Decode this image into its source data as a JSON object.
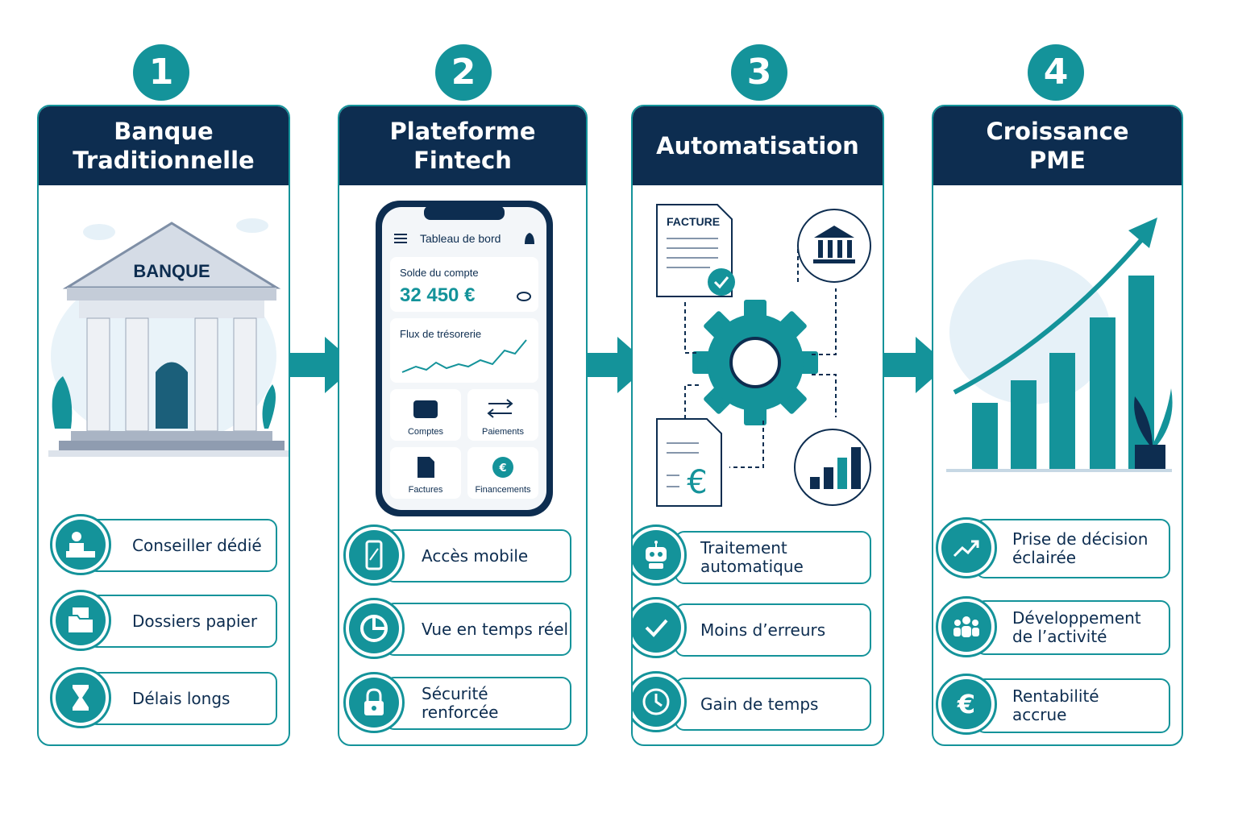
{
  "colors": {
    "teal": "#14939a",
    "navy": "#0d2d50",
    "light": "#e6f1f8"
  },
  "steps": [
    {
      "number": "1",
      "title": "Banque\nTraditionnelle",
      "illustration": {
        "sign": "BANQUE"
      },
      "features": [
        {
          "icon": "advisor-icon",
          "label": "Conseiller dédié"
        },
        {
          "icon": "paper-folder-icon",
          "label": "Dossiers papier"
        },
        {
          "icon": "hourglass-icon",
          "label": "Délais longs"
        }
      ]
    },
    {
      "number": "2",
      "title": "Plateforme\nFintech",
      "illustration": {
        "app_title": "Tableau de bord",
        "balance_label": "Solde du compte",
        "balance_value": "32 450 €",
        "cashflow_label": "Flux de trésorerie",
        "tiles": [
          "Comptes",
          "Paiements",
          "Factures",
          "Financements"
        ]
      },
      "features": [
        {
          "icon": "mobile-phone-icon",
          "label": "Accès mobile"
        },
        {
          "icon": "pie-chart-icon",
          "label": "Vue en temps réel"
        },
        {
          "icon": "padlock-icon",
          "label": "Sécurité renforcée"
        }
      ]
    },
    {
      "number": "3",
      "title": "Automatisation",
      "illustration": {
        "invoice_label": "FACTURE"
      },
      "features": [
        {
          "icon": "robot-icon",
          "label": "Traitement automatique"
        },
        {
          "icon": "checkmark-icon",
          "label": "Moins d’erreurs"
        },
        {
          "icon": "clock-icon",
          "label": "Gain de temps"
        }
      ]
    },
    {
      "number": "4",
      "title": "Croissance\nPME",
      "illustration": {},
      "features": [
        {
          "icon": "trend-up-icon",
          "label": "Prise de décision\néclairée"
        },
        {
          "icon": "team-icon",
          "label": "Développement\nde l’activité"
        },
        {
          "icon": "euro-coin-icon",
          "label": "Rentabilité\naccrue"
        }
      ]
    }
  ]
}
